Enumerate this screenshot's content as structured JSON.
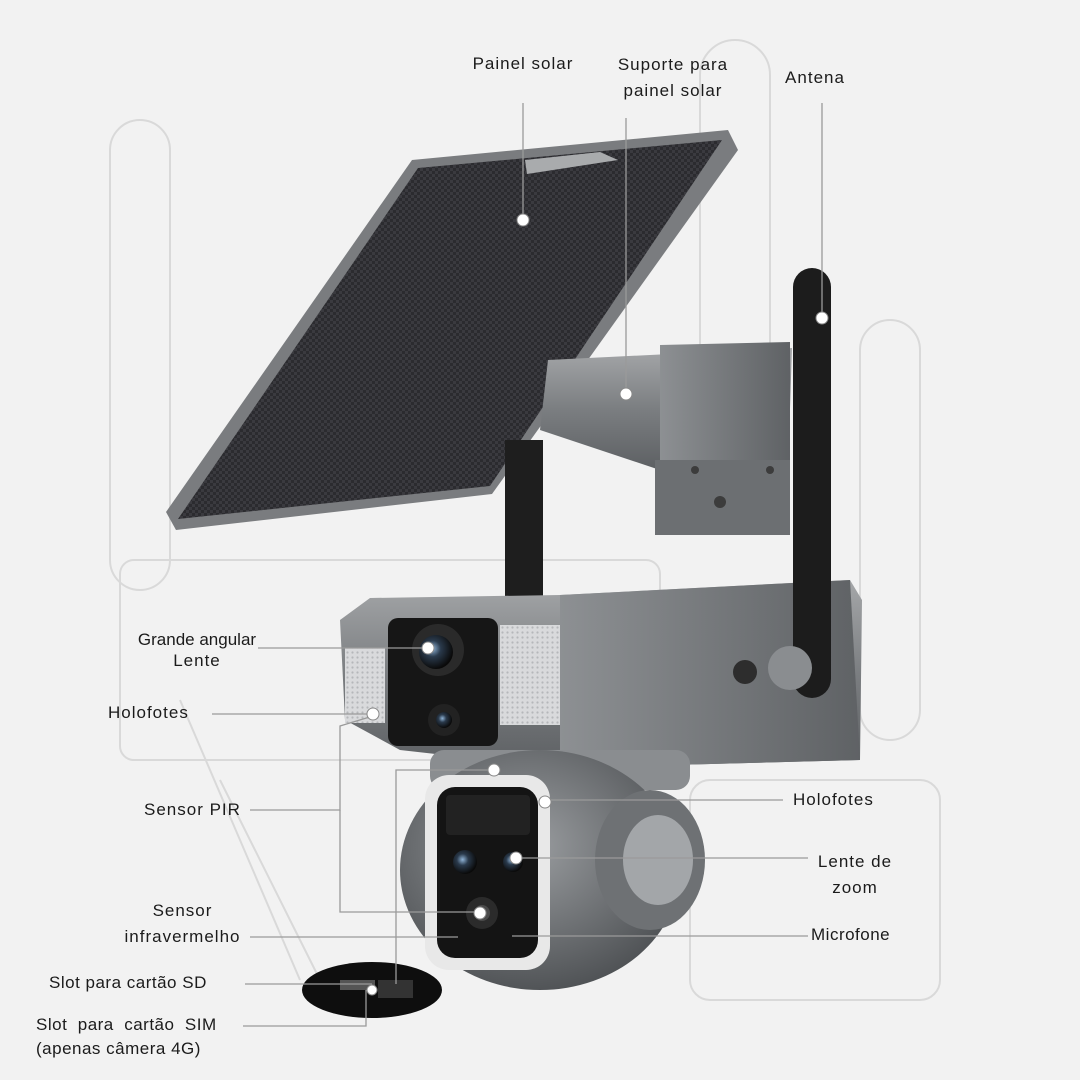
{
  "labels": {
    "solar_panel": "Painel solar",
    "panel_mount_line1": "Suporte para",
    "panel_mount_line2": "painel solar",
    "antenna": "Antena",
    "wide_lens_line1": "Grande angular",
    "wide_lens_line2": "Lente",
    "floodlights_left": "Holofotes",
    "pir_sensor": "Sensor PIR",
    "ir_sensor_line1": "Sensor",
    "ir_sensor_line2": "infravermelho",
    "sd_slot": "Slot para cartão SD",
    "sim_slot_line1": "Slot  para  cartão  SIM",
    "sim_slot_line2": "(apenas câmera 4G)",
    "floodlights_right": "Holofotes",
    "zoom_lens_line1": "Lente de",
    "zoom_lens_line2": "zoom",
    "microphone": "Microfone"
  },
  "colors": {
    "background": "#f2f2f2",
    "solar_panel": "#2f2f33",
    "housing": "#7a7d80",
    "antenna": "#1e1e1e",
    "leader_line": "#9a9a9a",
    "dot": "#ffffff"
  }
}
